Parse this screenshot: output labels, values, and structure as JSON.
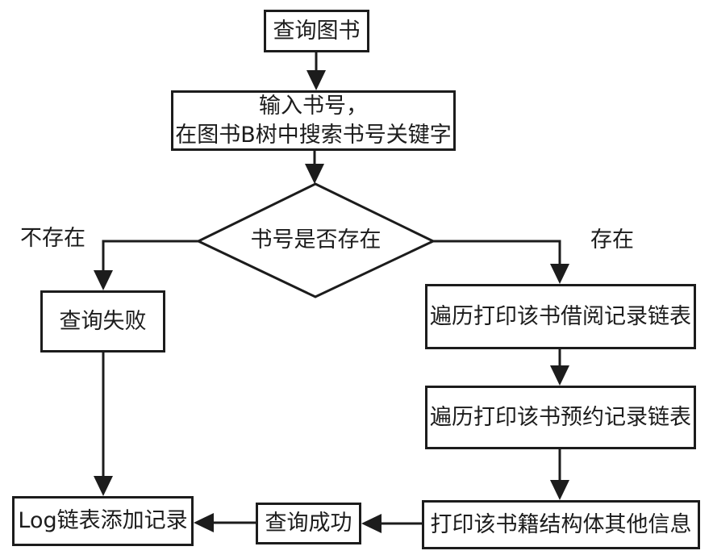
{
  "flowchart": {
    "title": "book-query-flowchart",
    "nodes": {
      "query_books": {
        "label": "查询图书"
      },
      "input_search": {
        "line1": "输入书号，",
        "line2": "在图书B树中搜索书号关键字"
      },
      "decision": {
        "label": "书号是否存在"
      },
      "query_fail": {
        "label": "查询失败"
      },
      "print_borrow": {
        "label": "遍历打印该书借阅记录链表"
      },
      "print_reserve": {
        "label": "遍历打印该书预约记录链表"
      },
      "print_other": {
        "label": "打印该书籍结构体其他信息"
      },
      "query_success": {
        "label": "查询成功"
      },
      "log_append": {
        "label": "Log链表添加记录"
      }
    },
    "edge_labels": {
      "not_exist": "不存在",
      "exist": "存在"
    },
    "colors": {
      "stroke": "#1c1c1c",
      "background": "#ffffff",
      "text": "#1c1c1c"
    }
  }
}
